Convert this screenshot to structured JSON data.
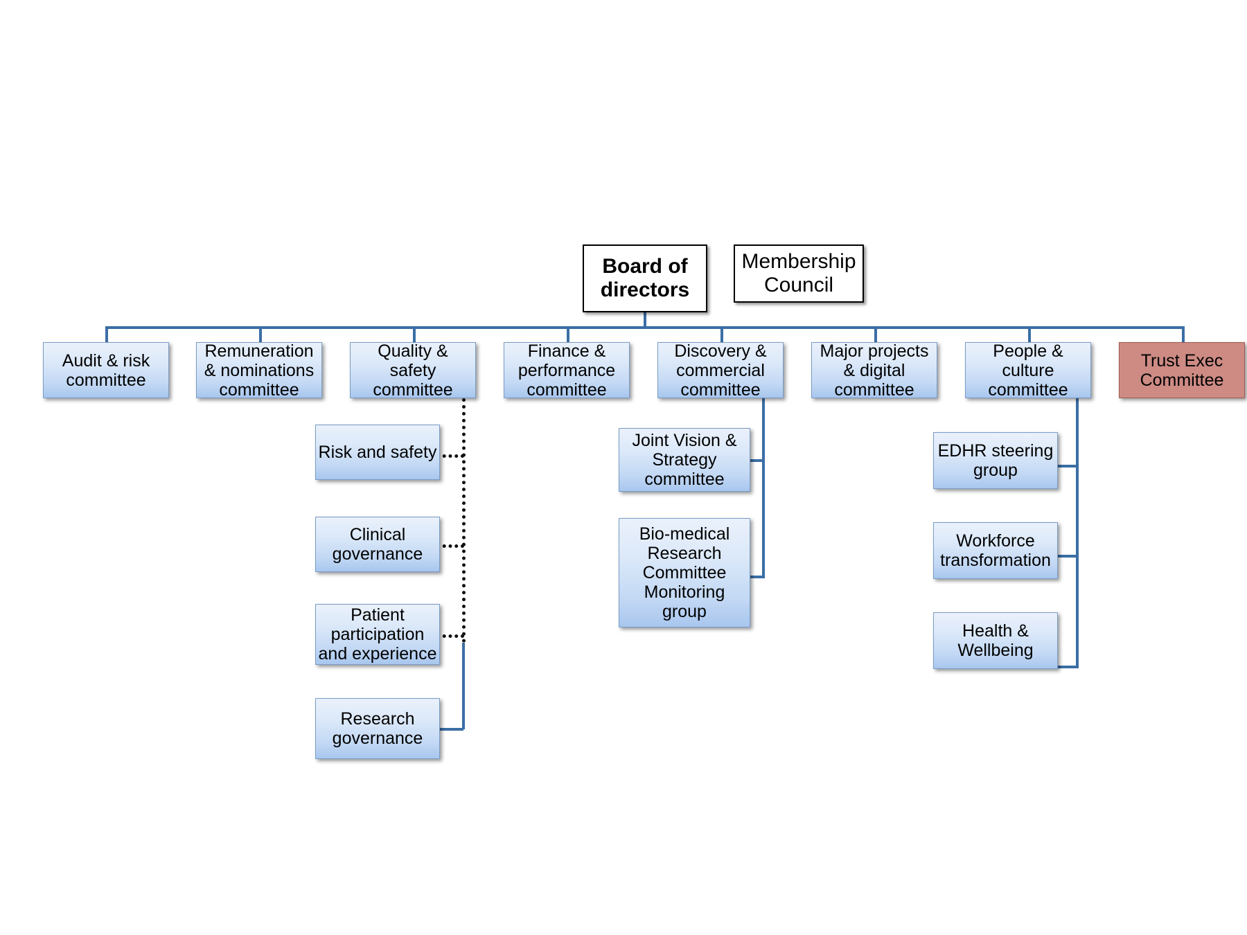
{
  "diagram": {
    "title_nodes": {
      "board": "Board of\ndirectors",
      "membership": "Membership\nCouncil"
    },
    "committees": [
      {
        "id": "audit",
        "label": "Audit & risk\ncommittee"
      },
      {
        "id": "remuneration",
        "label": "Remuneration\n& nominations\ncommittee"
      },
      {
        "id": "quality",
        "label": "Quality &\nsafety\ncommittee"
      },
      {
        "id": "finance",
        "label": "Finance &\nperformance\ncommittee"
      },
      {
        "id": "discovery",
        "label": "Discovery &\ncommercial\ncommittee"
      },
      {
        "id": "major",
        "label": "Major projects\n& digital\ncommittee"
      },
      {
        "id": "people",
        "label": "People &\nculture\ncommittee"
      },
      {
        "id": "trustexec",
        "label": "Trust Exec\nCommittee"
      }
    ],
    "quality_subgroups": [
      {
        "id": "risk-and-safety",
        "label": "Risk and safety"
      },
      {
        "id": "clinical-governance",
        "label": "Clinical\ngovernance"
      },
      {
        "id": "patient-participation",
        "label": "Patient\nparticipation\nand experience"
      },
      {
        "id": "research-governance",
        "label": "Research\ngovernance"
      }
    ],
    "discovery_subgroups": [
      {
        "id": "joint-vision-strategy",
        "label": "Joint Vision &\nStrategy\ncommittee"
      },
      {
        "id": "bio-medical-research",
        "label": "Bio-medical\nResearch\nCommittee\nMonitoring\ngroup"
      }
    ],
    "people_subgroups": [
      {
        "id": "edhr-steering",
        "label": "EDHR steering\ngroup"
      },
      {
        "id": "workforce-transformation",
        "label": "Workforce\ntransformation"
      },
      {
        "id": "health-wellbeing",
        "label": "Health &\nWellbeing"
      }
    ],
    "colors": {
      "box_fill_blue_top": "#eaf1fb",
      "box_fill_blue_bottom": "#a8c6ee",
      "box_border_blue": "#7a9cc6",
      "box_fill_red": "#cd8b84",
      "box_border_red": "#9e5a52",
      "connector_blue": "#3b6ea5",
      "connector_dotted": "#111111",
      "plain_border": "#000000",
      "background": "#ffffff"
    }
  }
}
